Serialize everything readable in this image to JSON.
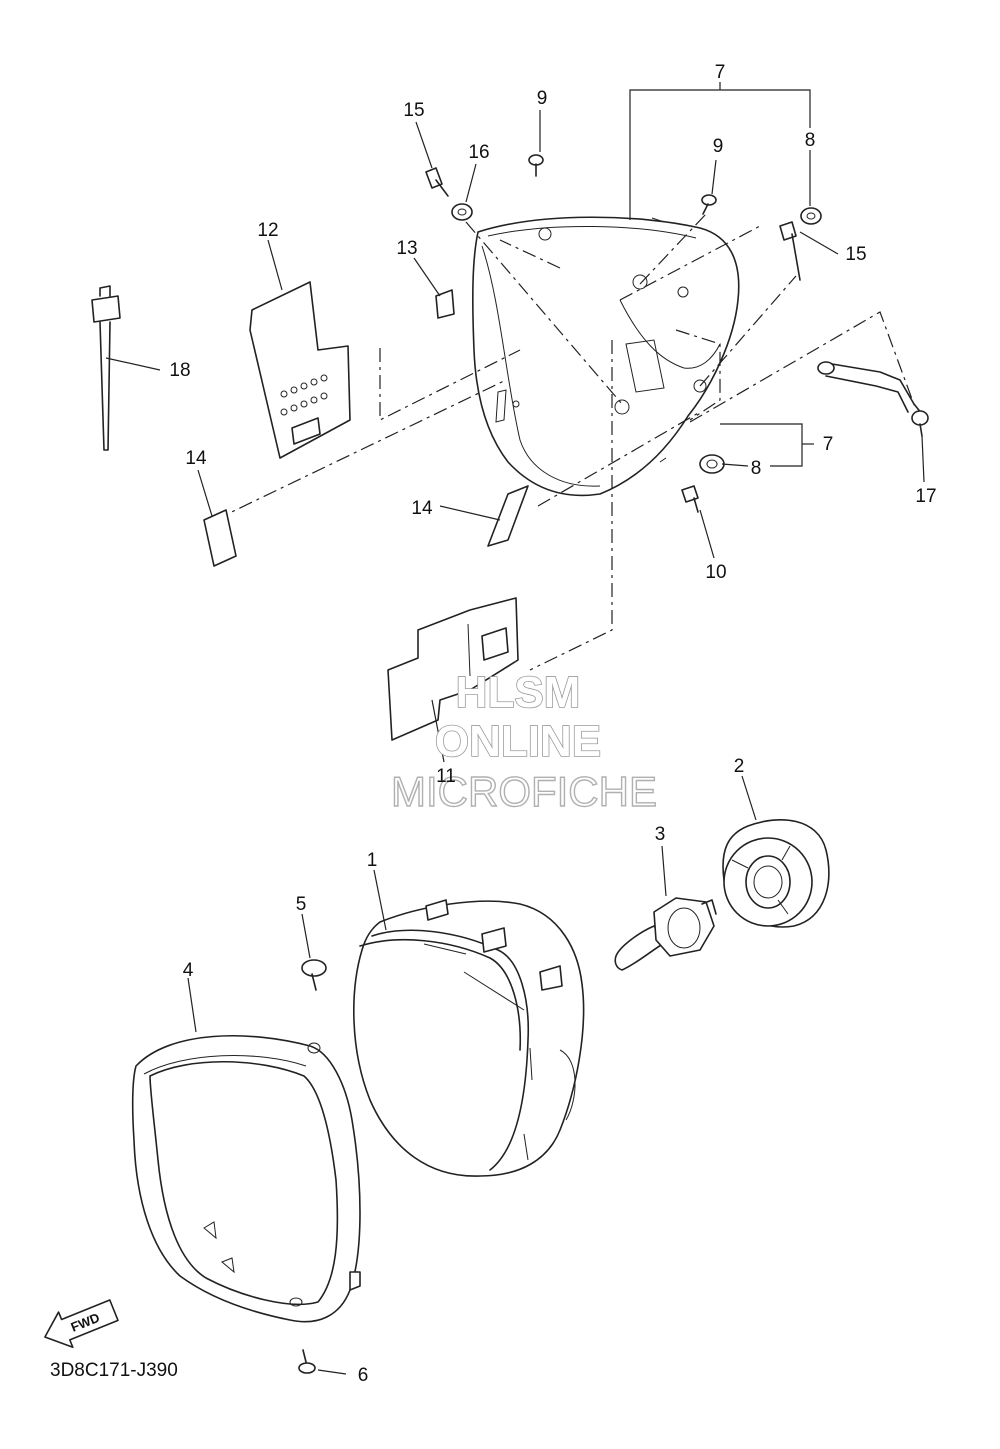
{
  "diagram": {
    "code": "3D8C171-J390",
    "fwd_label": "FWD",
    "watermark": [
      "HLSM",
      "ONLINE",
      "MICROFICHE"
    ],
    "callouts": {
      "c1": "1",
      "c2": "2",
      "c3": "3",
      "c4": "4",
      "c5": "5",
      "c6": "6",
      "c7a": "7",
      "c7b": "7",
      "c8a": "8",
      "c8b": "8",
      "c9a": "9",
      "c9b": "9",
      "c10": "10",
      "c11": "11",
      "c12": "12",
      "c13": "13",
      "c14a": "14",
      "c14b": "14",
      "c15a": "15",
      "c15b": "15",
      "c16": "16",
      "c17": "17",
      "c18": "18"
    }
  }
}
